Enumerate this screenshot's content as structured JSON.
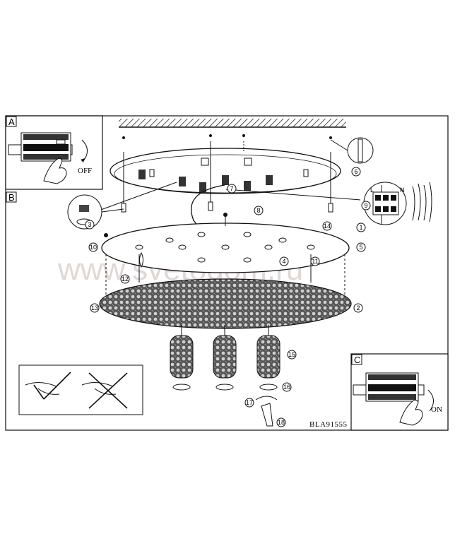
{
  "watermark": "www.svetodom.ru",
  "panels": {
    "a": {
      "letter": "A",
      "switch_text": "OFF"
    },
    "b": {
      "letter": "B"
    },
    "c": {
      "letter": "C",
      "switch_text": "ON"
    }
  },
  "terminal_labels": {
    "left": "L",
    "right": "N"
  },
  "steps": [
    "1",
    "2",
    "3",
    "4",
    "5",
    "6",
    "7",
    "8",
    "9",
    "10",
    "11",
    "12",
    "13",
    "14",
    "15",
    "16",
    "17",
    "18"
  ],
  "model_code": "BLA91555"
}
